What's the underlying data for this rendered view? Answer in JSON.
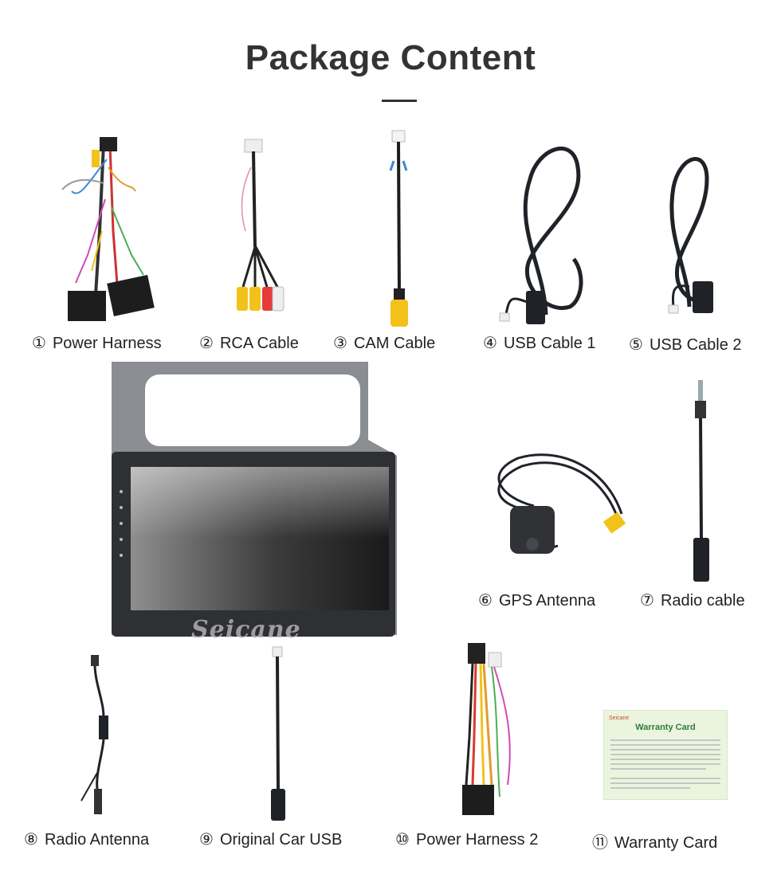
{
  "page": {
    "title": "Package Content"
  },
  "items": [
    {
      "num": "①",
      "label": "Power Harness"
    },
    {
      "num": "②",
      "label": "RCA Cable"
    },
    {
      "num": "③",
      "label": "CAM Cable"
    },
    {
      "num": "④",
      "label": "USB Cable 1"
    },
    {
      "num": "⑤",
      "label": "USB Cable 2"
    },
    {
      "num": "⑥",
      "label": "GPS Antenna"
    },
    {
      "num": "⑦",
      "label": "Radio cable"
    },
    {
      "num": "⑧",
      "label": "Radio Antenna"
    },
    {
      "num": "⑨",
      "label": "Original Car USB"
    },
    {
      "num": "⑩",
      "label": "Power Harness 2"
    },
    {
      "num": "⑪",
      "label": "Warranty Card"
    }
  ],
  "head_unit": {
    "brand_watermark": "Seicane"
  },
  "warranty_card": {
    "brand": "Seicane",
    "title": "Warranty Card"
  },
  "colors": {
    "title": "#333333",
    "cable": "#1f2328",
    "rca_yellow": "#f3c21a",
    "card_green": "#2e7d3a",
    "card_bg": "#eaf4de"
  }
}
